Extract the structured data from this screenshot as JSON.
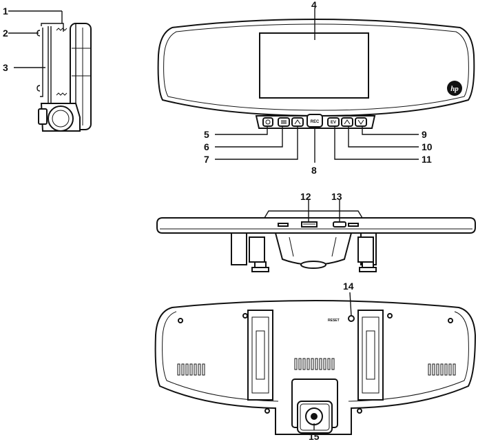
{
  "callouts": [
    "1",
    "2",
    "3",
    "4",
    "5",
    "6",
    "7",
    "8",
    "9",
    "10",
    "11",
    "12",
    "13",
    "14",
    "15"
  ],
  "labels": {
    "rec": "REC",
    "ev": "EV",
    "reset": "RESET",
    "brand": "hp"
  },
  "icons": {
    "power": "power-icon",
    "menu": "menu-icon",
    "mode": "mode-icon",
    "up": "up-icon",
    "down": "down-icon",
    "sd": "sd-card-icon",
    "usb": "usb-icon"
  }
}
